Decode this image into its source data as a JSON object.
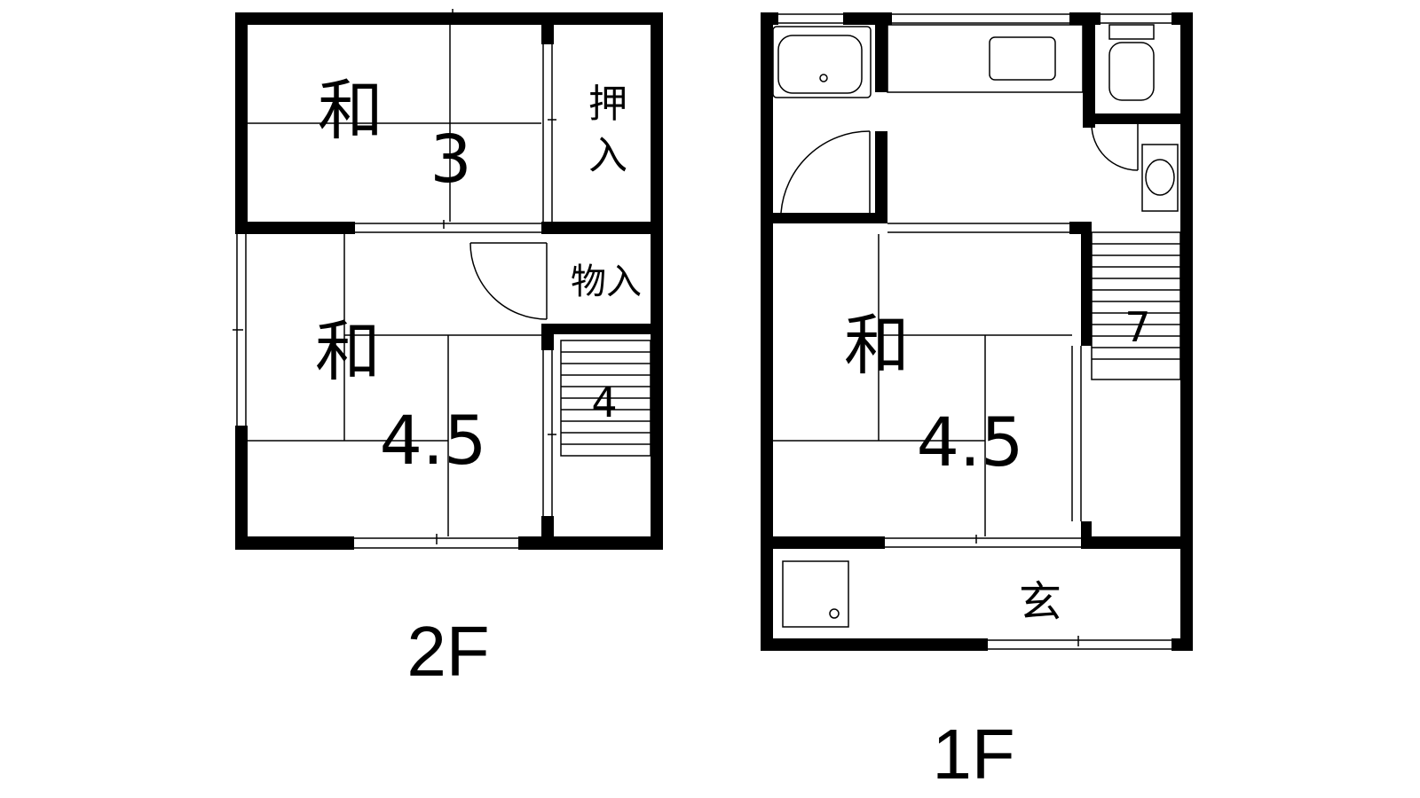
{
  "plan_2f": {
    "label": "2F",
    "rooms": {
      "washitsu_a_kanji": "和",
      "washitsu_a_size": "3",
      "oshiire_top": "押",
      "oshiire_bottom": "入",
      "monoire": "物入",
      "washitsu_b_kanji": "和",
      "washitsu_b_size": "4.5",
      "stair_arrow": "4"
    }
  },
  "plan_1f": {
    "label": "1F",
    "rooms": {
      "washitsu_kanji": "和",
      "washitsu_size": "4.5",
      "genkan": "玄",
      "stair_arrow": "7"
    }
  }
}
